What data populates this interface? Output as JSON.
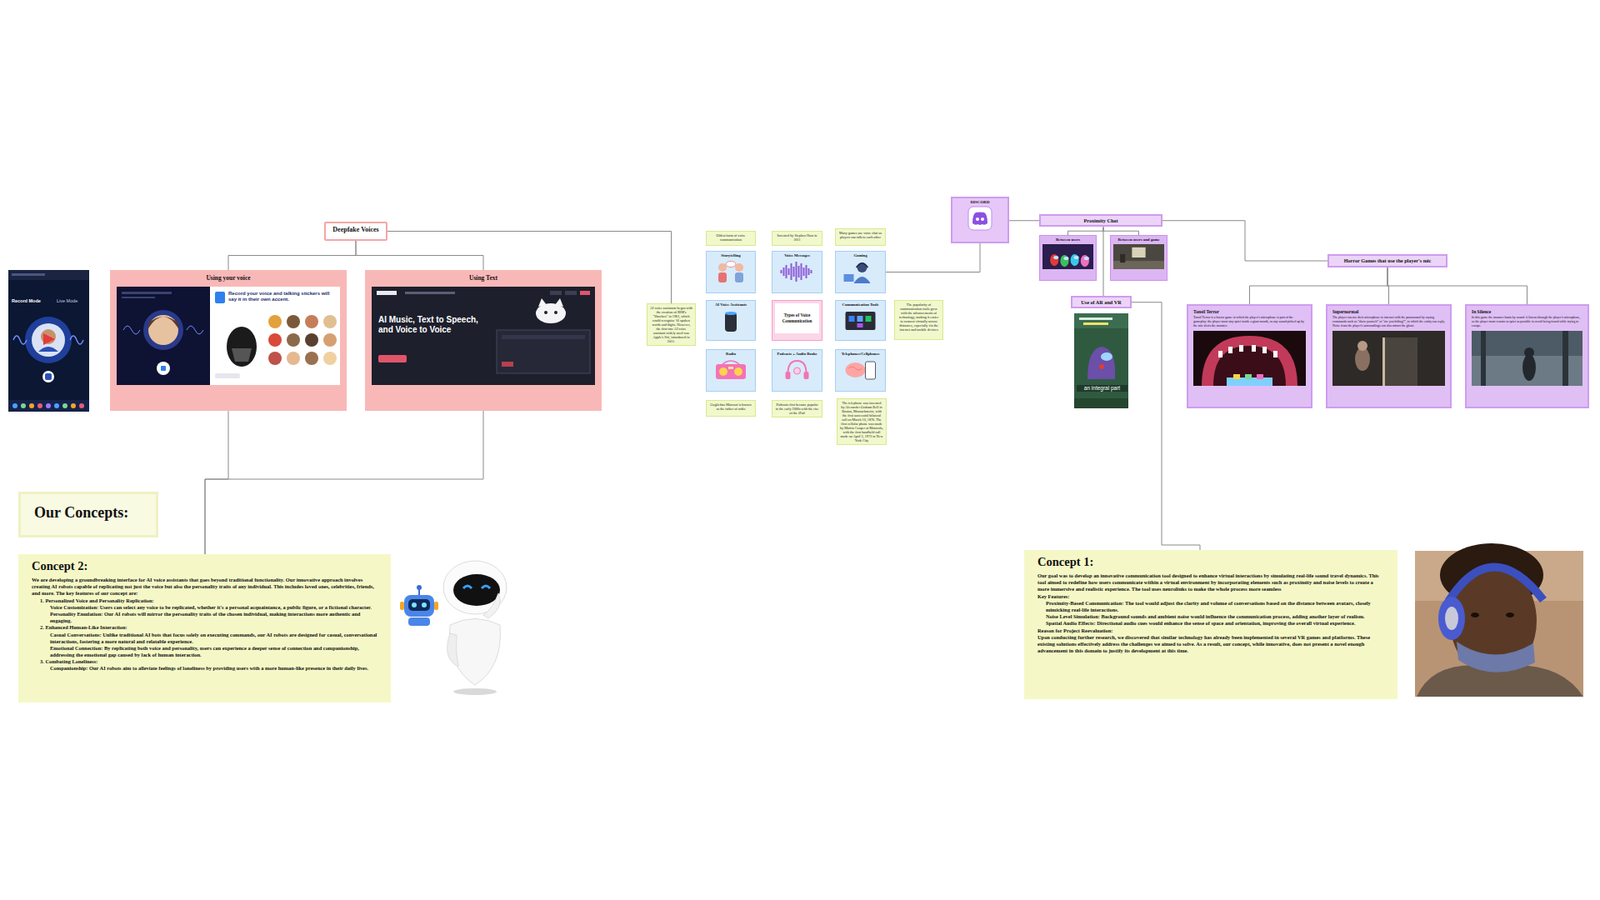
{
  "diagram": {
    "nodes": [
      {
        "text": [
          "Deepfake Voices"
        ]
      },
      {
        "text": [
          "Using your voice"
        ]
      },
      {
        "text": [
          "Using Text"
        ]
      },
      {
        "text": [
          "Our Concepts:"
        ]
      },
      {
        "text": [
          "Concept 2:",
          "We are developing a groundbreaking interface for AI voice assistants that goes beyond traditional functionality. Our innovative approach involves creating AI robots capable of replicating not just the voice but also the personality traits of any individual. This includes loved ones, celebrities, friends, and more. The key features of our concept are:",
          "1. Personalized Voice and Personality Replication:",
          "Voice Customization: Users can select any voice to be replicated, whether it's a personal acquaintance, a public figure, or a fictional character.",
          "Personality Emulation: Our AI robots will mirror the personality traits of the chosen individual, making interactions more authentic and engaging.",
          "2. Enhanced Human-Like Interaction:",
          "Casual Conversations: Unlike traditional AI bots that focus solely on executing commands, our AI robots are designed for casual, conversational interactions, fostering a more natural and relatable experience.",
          "Emotional Connection: By replicating both voice and personality, users can experience a deeper sense of connection and companionship, addressing the emotional gap caused by lack of human interaction.",
          "3. Combating Loneliness:",
          "Companionship: Our AI robots aim to alleviate feelings of loneliness by providing users with a more human-like presence in their daily lives."
        ]
      },
      {
        "text": [
          "Oldest form of voice communication"
        ]
      },
      {
        "text": [
          "Invented by Stephen Hass in 2011"
        ]
      },
      {
        "text": [
          "Many games use voice chat so players can talk to each other"
        ]
      },
      {
        "text": [
          "Storytelling"
        ]
      },
      {
        "text": [
          "Voice Messages"
        ]
      },
      {
        "text": [
          "Gaming"
        ]
      },
      {
        "text": [
          "AI voice assistants began with the creation of IBM's \"Shoebox\" in 1961, which could recognize 16 spoken words and digits. However, the first true AI voice assistant widely used was Apple's Siri, introduced in 2011."
        ]
      },
      {
        "text": [
          "AI Voice Assistants"
        ]
      },
      {
        "text": [
          "Types of Voice Communication"
        ]
      },
      {
        "text": [
          "Communication Tools"
        ]
      },
      {
        "text": [
          "The popularity of communication tools grew with the advancements of technology, making it easier to connect virtually across distances, especially via the internet and mobile devices"
        ]
      },
      {
        "text": [
          "Radio"
        ]
      },
      {
        "text": [
          "Podcasts + Audio Books"
        ]
      },
      {
        "text": [
          "Telephones/Cellphones"
        ]
      },
      {
        "text": [
          "Guglielmo Marconi is known as the father of radio"
        ]
      },
      {
        "text": [
          "Podcasts first became popular in the early 2000s with the rise of the iPod"
        ]
      },
      {
        "text": [
          "The telephone was invented by Alexander Graham Bell in Boston, Massachusetts, with the first successful bilateral call on March 10, 1876. The first cellular phone was made by Martin Cooper at Motorola, with the first handheld call made on April 3, 1973 in New York City"
        ]
      },
      {
        "text": [
          "DISCORD"
        ]
      },
      {
        "text": [
          "Proximity Chat"
        ]
      },
      {
        "text": [
          "Between users"
        ]
      },
      {
        "text": [
          "Between users and game"
        ]
      },
      {
        "text": [
          "Use of AR and VR"
        ]
      },
      {
        "text": [
          "Horror Games that use the player's mic"
        ]
      },
      {
        "text": [
          "Tonsil Terror",
          "Tonsil Terror is a horror game in which the player's microphone is part of the gameplay: the player must stay quiet inside a giant mouth, as any sound picked up by the mic alerts the monster."
        ]
      },
      {
        "text": [
          "Supernormal",
          "The player can use their microphone to interact with the paranormal by saying commands such as \"show yourself\" or \"are you hiding?\", to which the entity can reply. Noise from the player's surroundings can also attract the ghost."
        ]
      },
      {
        "text": [
          "In Silence",
          "In this game the monster hunts by sound: it listens through the player's microphone, so the player must remain as quiet as possible to avoid being found while trying to escape."
        ]
      },
      {
        "text": [
          "Concept 1:",
          "Our goal was to develop an innovative communication tool designed to enhance virtual interactions by simulating real-life sound travel dynamics. This tool aimed to redefine how users communicate within a virtual environment by incorporating elements such as proximity and noise levels to create a more immersive and realistic experience. The tool uses neurolinks to make the whole process more seamless",
          "Key Features:",
          "Proximity-Based Communication: The tool would adjust the clarity and volume of conversations based on the distance between avatars, closely mimicking real-life interactions.",
          "Noise Level Simulation: Background sounds and ambient noise would influence the communication process, adding another layer of realism.",
          "Spatial Audio Effects: Directional audio cues would enhance the sense of space and orientation, improving the overall virtual experience.",
          "Reason for Project Reevaluation:",
          "Upon conducting further research, we discovered that similar technology has already been implemented in several VR games and platforms. These existing solutions effectively address the challenges we aimed to solve. As a result, our concept, while innovative, does not present a novel enough advancement in this domain to justify its development at this time."
        ]
      }
    ],
    "edges": [
      {
        "from": 0,
        "to": 1,
        "arrow": "none"
      },
      {
        "from": 0,
        "to": 2,
        "arrow": "none"
      },
      {
        "from": 1,
        "to": 4,
        "arrow": "none"
      },
      {
        "from": 2,
        "to": 4,
        "arrow": "none"
      },
      {
        "from": 0,
        "to": 11,
        "arrow": "none"
      },
      {
        "from": 10,
        "to": 22,
        "arrow": "none"
      },
      {
        "from": 22,
        "to": 23,
        "arrow": "none"
      },
      {
        "from": 23,
        "to": 24,
        "arrow": "none"
      },
      {
        "from": 23,
        "to": 25,
        "arrow": "none"
      },
      {
        "from": 23,
        "to": 26,
        "arrow": "none"
      },
      {
        "from": 23,
        "to": 27,
        "arrow": "none"
      },
      {
        "from": 27,
        "to": 28,
        "arrow": "none"
      },
      {
        "from": 27,
        "to": 29,
        "arrow": "none"
      },
      {
        "from": 27,
        "to": 30,
        "arrow": "none"
      },
      {
        "from": 26,
        "to": 31,
        "arrow": "none"
      }
    ],
    "labels": [
      "Record Mode",
      "Live Mode",
      "Record your voice and talking stickers will say it in their own accent.",
      "AI Music, Text to Speech, and Voice to Voice",
      "an integral part"
    ]
  }
}
